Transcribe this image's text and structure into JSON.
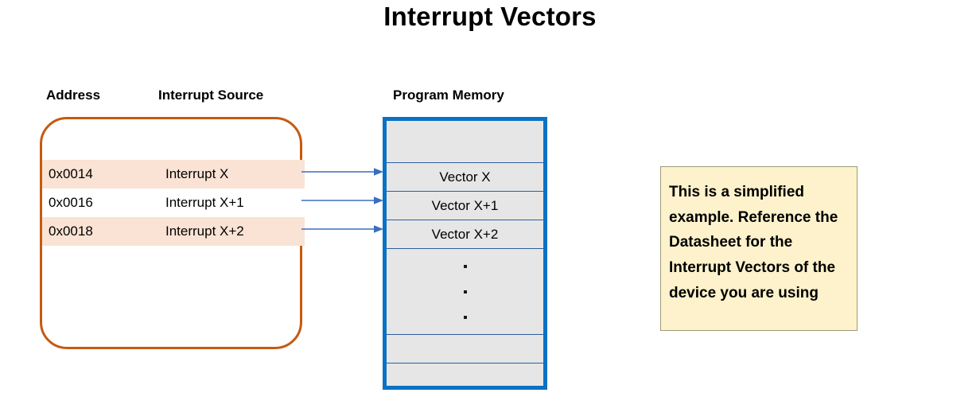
{
  "slide": {
    "title": "Interrupt Vectors",
    "background": "#FFFFFF"
  },
  "colors": {
    "vector_table_border": "#C55A11",
    "vector_row_shaded": "#FAE3D4",
    "program_memory_border": "#0A72C4",
    "program_memory_fill": "#E6E6E6",
    "memory_cell_line": "#2E5E9E",
    "arrow": "#3A6FBF",
    "note_fill": "#FDF2CB",
    "note_border": "#9A9A7A"
  },
  "headers": {
    "address": "Address",
    "interrupt_source": "Interrupt Source",
    "program_memory": "Program Memory"
  },
  "vector_table": {
    "rows": [
      {
        "address": "0x0014",
        "source": "Interrupt X",
        "shaded": true
      },
      {
        "address": "0x0016",
        "source": "Interrupt X+1",
        "shaded": false
      },
      {
        "address": "0x0018",
        "source": "Interrupt X+2",
        "shaded": true
      }
    ]
  },
  "program_memory": {
    "cells": [
      {
        "label": "",
        "kind": "empty"
      },
      {
        "label": "Vector X",
        "kind": "vector"
      },
      {
        "label": "Vector X+1",
        "kind": "vector"
      },
      {
        "label": "Vector X+2",
        "kind": "vector"
      },
      {
        "label": "",
        "kind": "dots"
      },
      {
        "label": "",
        "kind": "empty"
      },
      {
        "label": "",
        "kind": "empty"
      }
    ],
    "dots_count": 3
  },
  "arrows": {
    "count": 3,
    "direction": "right",
    "labels": [
      "arrow-interrupt-x",
      "arrow-interrupt-x-plus-1",
      "arrow-interrupt-x-plus-2"
    ]
  },
  "note": {
    "text": "This is a simplified example. Reference the  Datasheet for the Interrupt Vectors of the device you are using"
  }
}
